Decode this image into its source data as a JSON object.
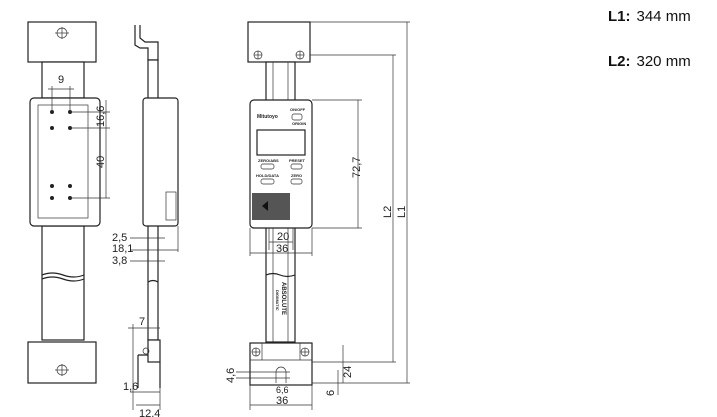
{
  "specs": [
    {
      "label": "L1:",
      "value": "344 mm"
    },
    {
      "label": "L2:",
      "value": "320 mm"
    }
  ],
  "left_view": {
    "dim_width": "9",
    "dim_top": "16,6",
    "dim_holes": "40"
  },
  "side_view": {
    "dim_a": "2,5",
    "dim_b": "18,1",
    "dim_c": "3,8",
    "dim_d": "7",
    "dim_e": "1,6",
    "dim_f": "12,4"
  },
  "front_view": {
    "brand": "Mitutoyo",
    "buttons": [
      "ON/OFF",
      "ORIGIN",
      "ZERO/ABS",
      "PRESET",
      "HOLD/DATA",
      "ZERO"
    ],
    "scale_text": [
      "ABSOLUTE",
      "DIGIMATIC"
    ],
    "dim_height": "72,7",
    "dim_inner_width": "20",
    "dim_width": "36",
    "dim_l2": "L2",
    "dim_l1": "L1",
    "dim_hole": "4,6",
    "dim_slot": "6,6",
    "dim_base_width": "36",
    "dim_bracket": "24",
    "dim_offset": "6"
  }
}
